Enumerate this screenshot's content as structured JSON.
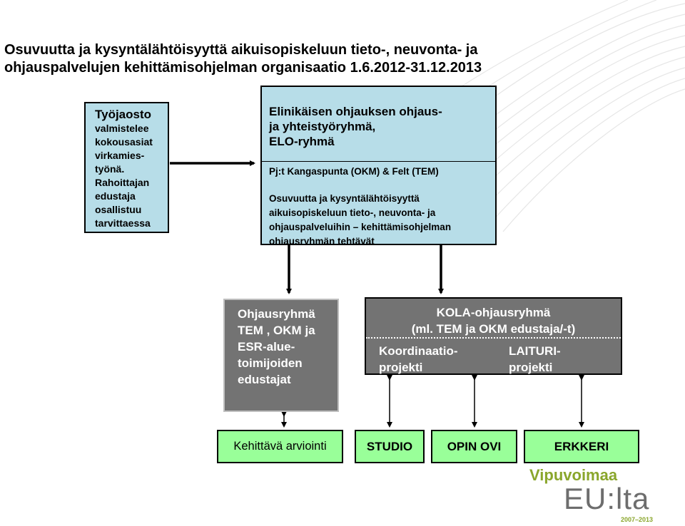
{
  "title": "Osuvuutta ja kysyntälähtöisyyttä aikuisopiskeluun tieto-, neuvonta- ja\nohjauspalvelujen kehittämisohjelman organisaatio 1.6.2012-31.12.2013",
  "tyojaosto": {
    "heading": "Työjaosto",
    "body": "valmistelee\nkokousasiat\nvirkamies-\ntyönä.\nRahoittajan\nedustaja\nosallistuu\ntarvittaessa"
  },
  "elo": {
    "heading": "Elinikäisen ohjauksen ohjaus-\nja yhteistyöryhmä,\nELO-ryhmä",
    "chair": "Pj:t Kangaspunta (OKM) & Felt (TEM)",
    "task": "Osuvuutta ja kysyntälähtöisyyttä\naikuisopiskeluun tieto-, neuvonta- ja\nohjauspalveluihin – kehittämisohjelman\nohjausryhmän tehtävät"
  },
  "ohjausryhma": {
    "text": "Ohjausryhmä\nTEM , OKM ja\nESR-alue-\ntoimijoiden\nedustajat"
  },
  "kola": {
    "heading": "KOLA-ohjausryhmä\n(ml. TEM ja OKM edustaja/-t)",
    "left": "Koordinaatio-\nprojekti",
    "right": "LAITURI-\nprojekti"
  },
  "projects": [
    "Kehittävä arviointi",
    "STUDIO",
    "OPIN OVI",
    "ERKKERI"
  ],
  "logo": {
    "top": "Vipuvoimaa",
    "main": "EU:lta",
    "years": "2007–2013"
  },
  "colors": {
    "light_blue": "#b7dde8",
    "gray": "#737373",
    "green": "#99ff99",
    "logo_green": "#8aa62c"
  }
}
